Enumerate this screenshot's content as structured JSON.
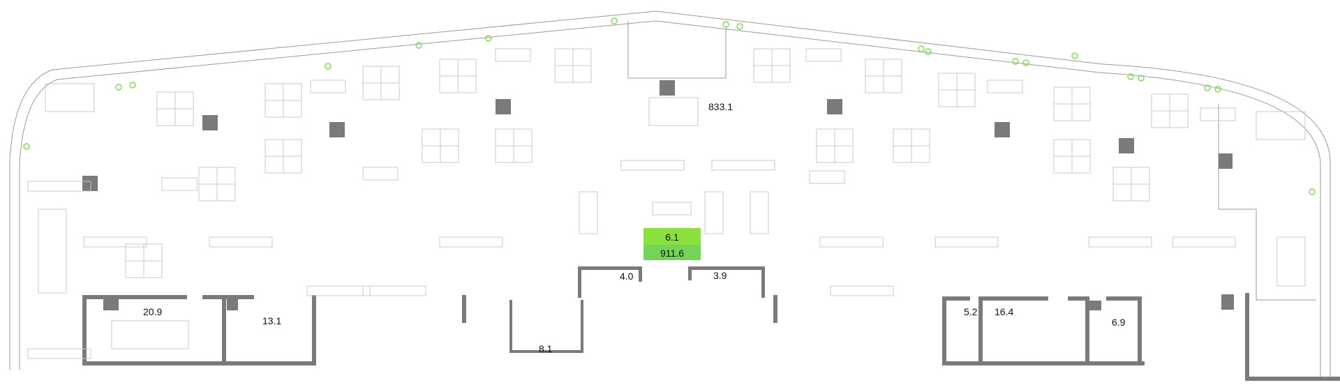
{
  "plan": {
    "main_area": "833.1",
    "highlight": {
      "number": "6.1",
      "area": "911.6",
      "color_top": "#8be03c",
      "color_bottom": "#74d459"
    },
    "rooms": [
      {
        "id": "meeting",
        "area": "20.9"
      },
      {
        "id": "wc-left",
        "area": "13.1"
      },
      {
        "id": "store",
        "area": "8.1"
      },
      {
        "id": "closet-left",
        "area": "4.0"
      },
      {
        "id": "closet-right",
        "area": "3.9"
      },
      {
        "id": "utility",
        "area": "5.2"
      },
      {
        "id": "wc-right",
        "area": "16.4"
      },
      {
        "id": "wc-small",
        "area": "6.9"
      }
    ],
    "wall_color": "#7a7a7a",
    "plant_color": "#7ed957"
  }
}
